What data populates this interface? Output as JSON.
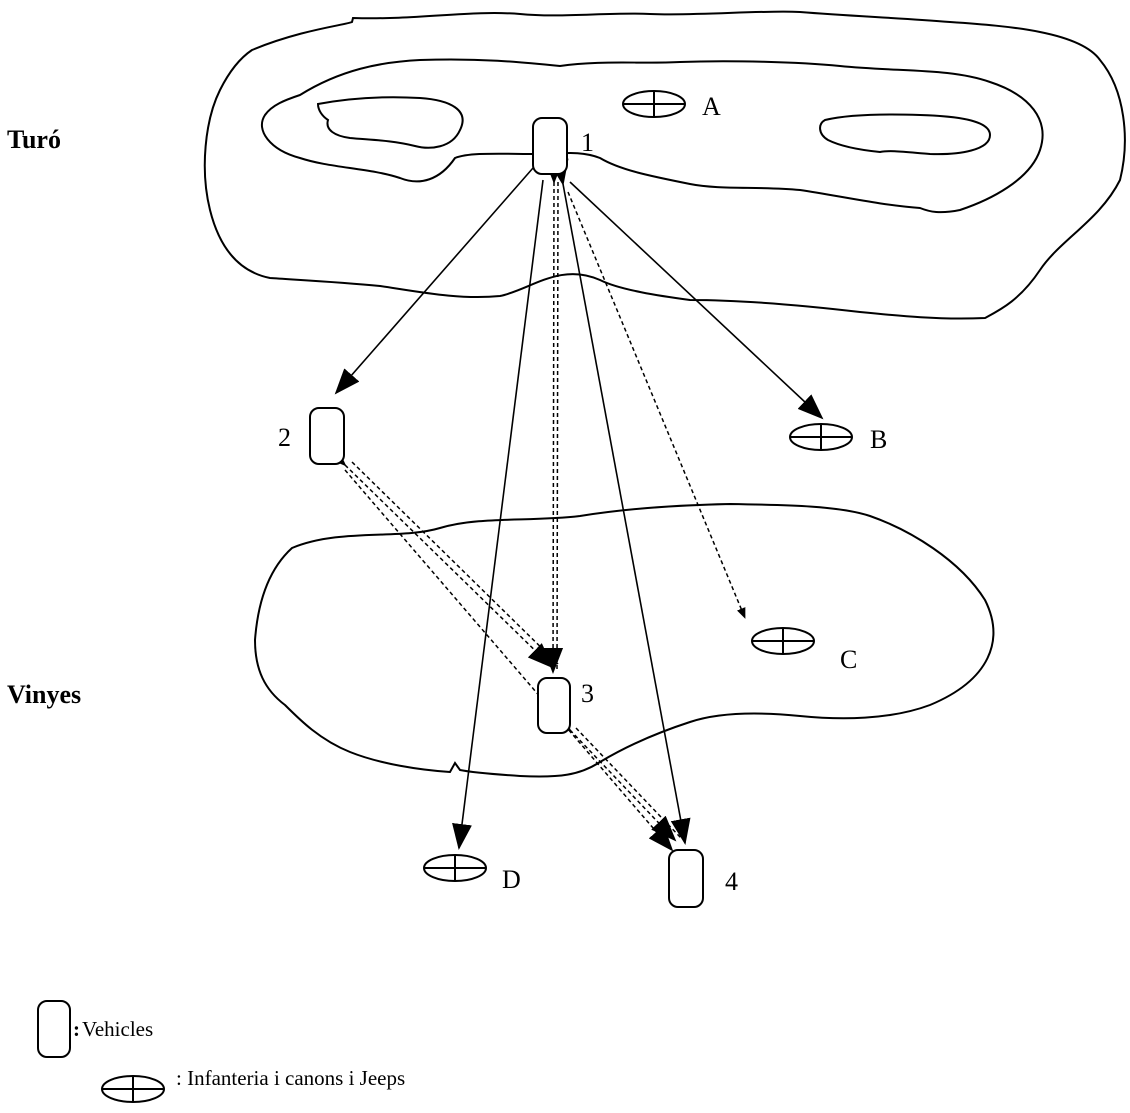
{
  "regions": {
    "turo": "Turó",
    "vinyes": "Vinyes"
  },
  "vehicles": {
    "v1": "1",
    "v2": "2",
    "v3": "3",
    "v4": "4"
  },
  "infantry": {
    "a": "A",
    "b": "B",
    "c": "C",
    "d": "D"
  },
  "legend": {
    "colon": ":",
    "vehicles": "Vehicles",
    "infantry": ": Infanteria i canons i Jeeps"
  },
  "style": {
    "line_color": "#000000",
    "background": "#ffffff"
  }
}
